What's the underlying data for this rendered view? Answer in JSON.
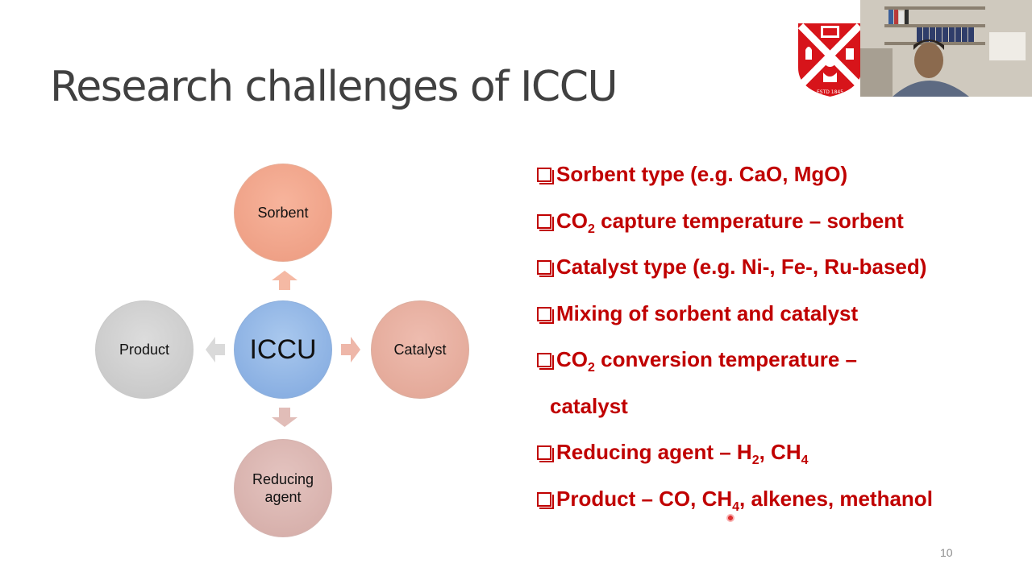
{
  "slide": {
    "title": "Research challenges of ICCU",
    "page_number": "10"
  },
  "diagram": {
    "center": "ICCU",
    "sorbent": "Sorbent",
    "catalyst": "Catalyst",
    "product": "Product",
    "reducing_line1": "Reducing",
    "reducing_line2": "agent"
  },
  "bullets": [
    {
      "pre": "Sorbent type (e.g. CaO, MgO)"
    },
    {
      "pre": "CO",
      "sub": "2",
      "post": " capture temperature – sorbent"
    },
    {
      "pre": "Catalyst type (e.g. Ni-, Fe-, Ru-based)"
    },
    {
      "pre": "Mixing of sorbent and catalyst"
    },
    {
      "pre": "CO",
      "sub": "2",
      "post": " conversion temperature –"
    },
    {
      "pre": "catalyst"
    },
    {
      "pre": "Reducing agent – H",
      "sub": "2",
      "mid": ", CH",
      "sub2": "4"
    },
    {
      "pre": "Product – CO, CH",
      "sub": "4",
      "post": ", alkenes, methanol"
    }
  ],
  "colors": {
    "bullet_text": "#c00000",
    "title_text": "#404040",
    "sorbent": "#f4a98e",
    "center": "#8fb4e3",
    "catalyst": "#e8b0a1",
    "product": "#d0d0d0",
    "reducing": "#dcb6b1",
    "logo_red": "#d7141a"
  },
  "icons": {
    "logo": "university-crest-icon",
    "webcam": "presenter-webcam-feed",
    "pointer": "laser-pointer-icon"
  }
}
